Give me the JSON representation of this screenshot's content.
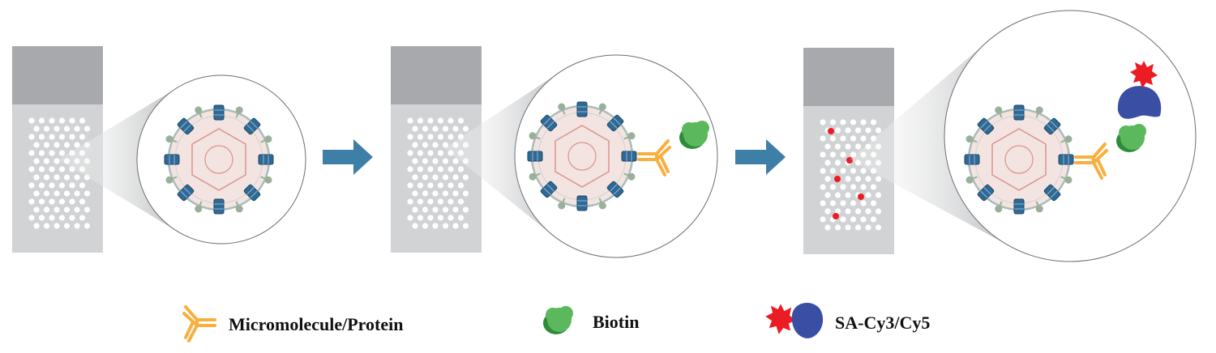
{
  "colors": {
    "chip_top": "#a7a9ac",
    "chip_body": "#d1d3d4",
    "well": "#ffffff",
    "arrow": "#3e7fa8",
    "receptor": "#2f6a96",
    "receptor_light": "#5a92bd",
    "bead": "#9bb09a",
    "cell_fill": "#f3e4e1",
    "cell_stroke": "#d9938c",
    "membrane": "#a9bcbb",
    "antibody": "#f7b040",
    "biotin": "#5cb85c",
    "biotin_dark": "#2e8b3a",
    "sa": "#3a4ea3",
    "dye": "#ec1c24"
  },
  "panels": [
    {
      "id": "step-1",
      "has_antibody": false,
      "has_biotin": false,
      "has_sa": false,
      "red_spots": 0
    },
    {
      "id": "step-2",
      "has_antibody": true,
      "has_biotin": true,
      "has_sa": false,
      "red_spots": 0
    },
    {
      "id": "step-3",
      "has_antibody": true,
      "has_biotin": true,
      "has_sa": true,
      "red_spots": 5
    }
  ],
  "legend": [
    {
      "icon": "antibody-icon",
      "label": "Micromolecule/Protein"
    },
    {
      "icon": "biotin-icon",
      "label": "Biotin"
    },
    {
      "icon": "streptavidin-dye-icon",
      "label": "SA-Cy3/Cy5"
    }
  ]
}
